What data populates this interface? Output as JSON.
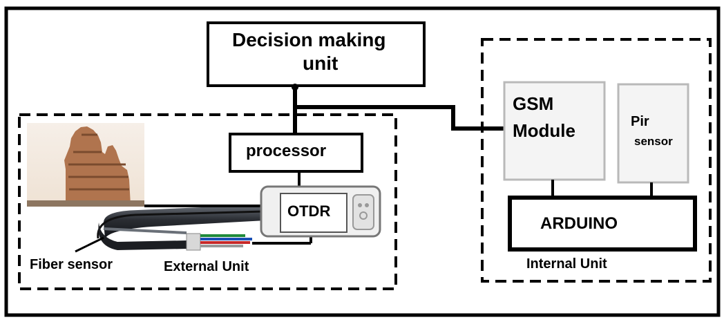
{
  "diagram": {
    "decision_unit": {
      "line1": "Decision making",
      "line2": "unit"
    },
    "processor": "processor",
    "otdr": "OTDR",
    "gsm": {
      "line1": "GSM",
      "line2": "Module"
    },
    "pir": {
      "line1": "Pir",
      "line2": "sensor"
    },
    "arduino": "ARDUINO",
    "fiber_sensor": "Fiber sensor",
    "external_unit": "External Unit",
    "internal_unit": "Internal Unit"
  },
  "colors": {
    "stroke": "#000000",
    "box_fill": "#ffffff",
    "module_fill": "#f4f4f4",
    "cable": "#2a2d33",
    "monument": "#b0744e",
    "sky": "#f3e9df"
  }
}
